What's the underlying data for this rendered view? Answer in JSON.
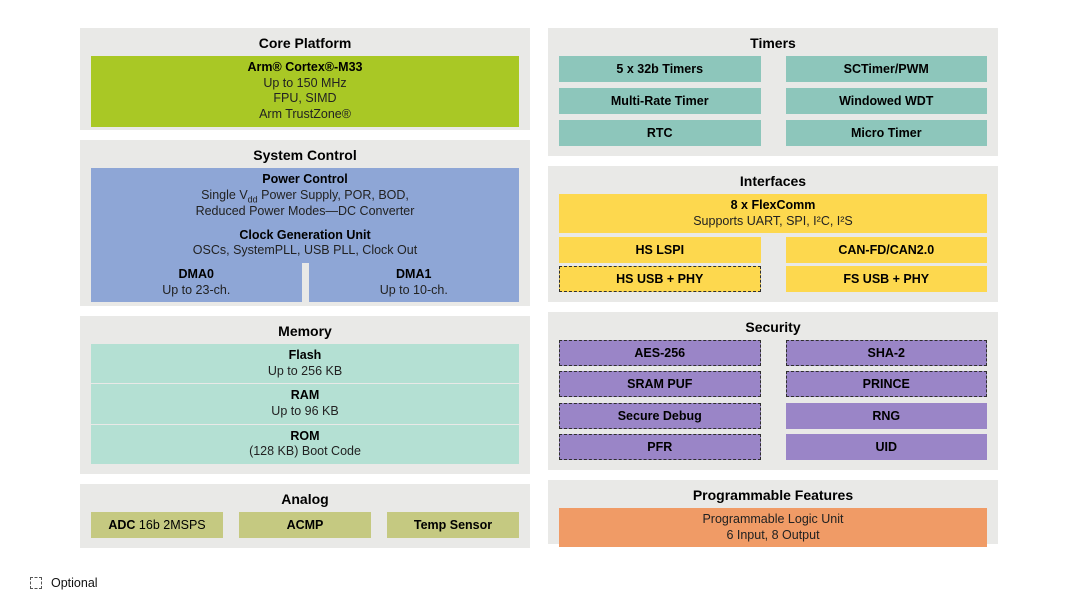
{
  "colors": {
    "section_bg": "#e9e9e7",
    "core": "#a9c825",
    "system": "#8ea6d6",
    "memory": "#b4e0d3",
    "timers": "#8dc6bb",
    "interfaces": "#fdd84e",
    "security": "#9a85c7",
    "analog": "#c5c981",
    "programmable": "#f09b66"
  },
  "core_platform": {
    "title": "Core Platform",
    "cpu": {
      "name": "Arm® Cortex®-M33",
      "line1": "Up to 150 MHz",
      "line2": "FPU, SIMD",
      "line3": "Arm TrustZone®"
    }
  },
  "system_control": {
    "title": "System Control",
    "power": {
      "title": "Power Control",
      "line1_pre": "Single V",
      "line1_sub": "dd",
      "line1_post": " Power Supply, POR, BOD,",
      "line2": "Reduced Power Modes—DC Converter"
    },
    "clock": {
      "title": "Clock Generation Unit",
      "line1": "OSCs, SystemPLL, USB PLL, Clock Out"
    },
    "dma0": {
      "title": "DMA0",
      "line1": "Up to 23-ch."
    },
    "dma1": {
      "title": "DMA1",
      "line1": "Up to 10-ch."
    }
  },
  "memory": {
    "title": "Memory",
    "flash": {
      "title": "Flash",
      "line1": "Up to 256 KB"
    },
    "ram": {
      "title": "RAM",
      "line1": "Up to 96 KB"
    },
    "rom": {
      "title": "ROM",
      "line1": "(128 KB) Boot Code"
    }
  },
  "analog": {
    "title": "Analog",
    "adc_bold": "ADC",
    "adc_rest": " 16b 2MSPS",
    "acmp": "ACMP",
    "temp_sensor": "Temp Sensor"
  },
  "timers": {
    "title": "Timers",
    "items": [
      {
        "label": "5 x 32b Timers"
      },
      {
        "label": "SCTimer/PWM"
      },
      {
        "label": "Multi-Rate Timer"
      },
      {
        "label": "Windowed WDT"
      },
      {
        "label": "RTC"
      },
      {
        "label": "Micro Timer"
      }
    ]
  },
  "interfaces": {
    "title": "Interfaces",
    "flexcomm": {
      "title": "8 x FlexComm",
      "line1": "Supports UART, SPI, I²C, I²S"
    },
    "items": [
      {
        "label": "HS LSPI",
        "optional": false
      },
      {
        "label": "CAN-FD/CAN2.0",
        "optional": false
      },
      {
        "label": "HS USB + PHY",
        "optional": true
      },
      {
        "label": "FS USB + PHY",
        "optional": false
      }
    ]
  },
  "security": {
    "title": "Security",
    "items": [
      {
        "label": "AES-256",
        "optional": true
      },
      {
        "label": "SHA-2",
        "optional": true
      },
      {
        "label": "SRAM PUF",
        "optional": true
      },
      {
        "label": "PRINCE",
        "optional": true
      },
      {
        "label": "Secure Debug",
        "optional": true
      },
      {
        "label": "RNG",
        "optional": false
      },
      {
        "label": "PFR",
        "optional": true
      },
      {
        "label": "UID",
        "optional": false
      }
    ]
  },
  "programmable": {
    "title": "Programmable Features",
    "plu": {
      "title": "Programmable Logic Unit",
      "line1": "6 Input, 8 Output"
    }
  },
  "legend": {
    "optional_label": "Optional"
  }
}
